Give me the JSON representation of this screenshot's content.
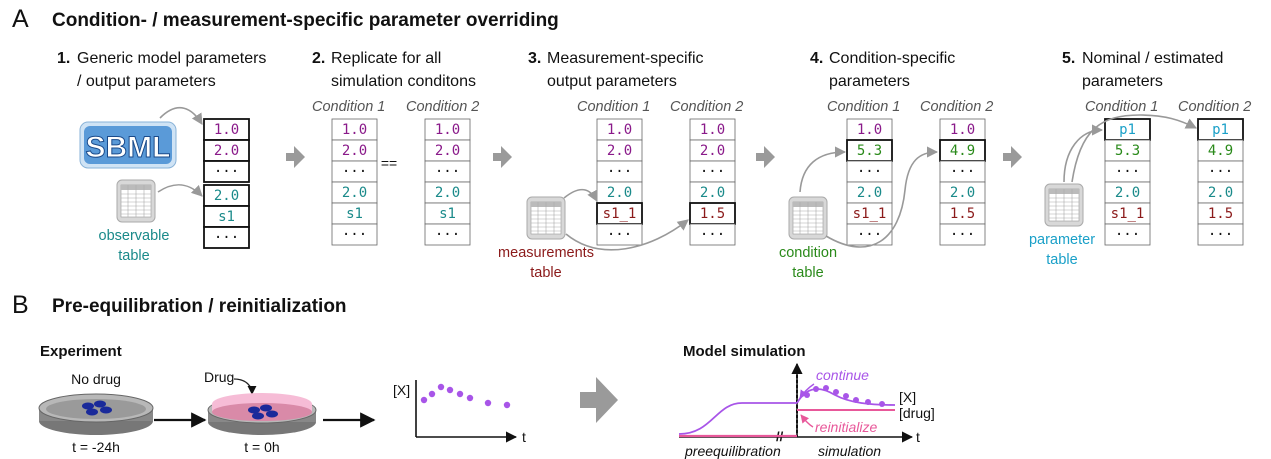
{
  "panel_a": {
    "letter": "A",
    "title": "Condition- / measurement-specific parameter overriding",
    "steps": [
      {
        "num": "1.",
        "line1": "Generic model parameters",
        "line2": "/ output parameters"
      },
      {
        "num": "2.",
        "line1": "Replicate for all",
        "line2": "simulation conditons"
      },
      {
        "num": "3.",
        "line1": "Measurement-specific",
        "line2": "output  parameters"
      },
      {
        "num": "4.",
        "line1": "Condition-specific",
        "line2": "parameters"
      },
      {
        "num": "5.",
        "line1": "Nominal / estimated",
        "line2": "parameters"
      }
    ],
    "cond1": "Condition 1",
    "cond2": "Condition 2",
    "equals": "==",
    "sbml_logo": "SBML",
    "tables": {
      "observable": {
        "line1": "observable",
        "line2": "table",
        "color": "#1a8a8a"
      },
      "measurements": {
        "line1": "measurements",
        "line2": "table",
        "color": "#8b1a1a"
      },
      "condition": {
        "line1": "condition",
        "line2": "table",
        "color": "#2a8a1a"
      },
      "parameter": {
        "line1": "parameter",
        "line2": "table",
        "color": "#1aa0c8"
      }
    },
    "columns": [
      {
        "cells": [
          "1.0",
          "2.0",
          "···",
          "2.0",
          "s1",
          "···"
        ],
        "colors": [
          "#8a1a8a",
          "#8a1a8a",
          "#111",
          "#1a8a8a",
          "#1a8a8a",
          "#111"
        ],
        "bold": [
          1,
          1,
          1,
          1,
          1,
          1
        ]
      },
      {
        "cells": [
          "1.0",
          "2.0",
          "···",
          "2.0",
          "s1",
          "···"
        ],
        "colors": [
          "#8a1a8a",
          "#8a1a8a",
          "#111",
          "#1a8a8a",
          "#1a8a8a",
          "#111"
        ],
        "bold": [
          0,
          0,
          0,
          0,
          0,
          0
        ]
      },
      {
        "cells": [
          "1.0",
          "2.0",
          "···",
          "2.0",
          "s1",
          "···"
        ],
        "colors": [
          "#8a1a8a",
          "#8a1a8a",
          "#111",
          "#1a8a8a",
          "#1a8a8a",
          "#111"
        ],
        "bold": [
          0,
          0,
          0,
          0,
          0,
          0
        ]
      },
      {
        "cells": [
          "1.0",
          "2.0",
          "···",
          "2.0",
          "s1_1",
          "···"
        ],
        "colors": [
          "#8a1a8a",
          "#8a1a8a",
          "#111",
          "#1a8a8a",
          "#8b1a1a",
          "#111"
        ],
        "bold": [
          0,
          0,
          0,
          0,
          1,
          0
        ]
      },
      {
        "cells": [
          "1.0",
          "2.0",
          "···",
          "2.0",
          "1.5",
          "···"
        ],
        "colors": [
          "#8a1a8a",
          "#8a1a8a",
          "#111",
          "#1a8a8a",
          "#8b1a1a",
          "#111"
        ],
        "bold": [
          0,
          0,
          0,
          0,
          1,
          0
        ]
      },
      {
        "cells": [
          "1.0",
          "5.3",
          "···",
          "2.0",
          "s1_1",
          "···"
        ],
        "colors": [
          "#8a1a8a",
          "#2a8a1a",
          "#111",
          "#1a8a8a",
          "#8b1a1a",
          "#111"
        ],
        "bold": [
          0,
          1,
          0,
          0,
          0,
          0
        ]
      },
      {
        "cells": [
          "1.0",
          "4.9",
          "···",
          "2.0",
          "1.5",
          "···"
        ],
        "colors": [
          "#8a1a8a",
          "#2a8a1a",
          "#111",
          "#1a8a8a",
          "#8b1a1a",
          "#111"
        ],
        "bold": [
          0,
          1,
          0,
          0,
          0,
          0
        ]
      },
      {
        "cells": [
          "p1",
          "5.3",
          "···",
          "2.0",
          "s1_1",
          "···"
        ],
        "colors": [
          "#1aa0c8",
          "#2a8a1a",
          "#111",
          "#1a8a8a",
          "#8b1a1a",
          "#111"
        ],
        "bold": [
          1,
          0,
          0,
          0,
          0,
          0
        ]
      },
      {
        "cells": [
          "p1",
          "4.9",
          "···",
          "2.0",
          "1.5",
          "···"
        ],
        "colors": [
          "#1aa0c8",
          "#2a8a1a",
          "#111",
          "#1a8a8a",
          "#8b1a1a",
          "#111"
        ],
        "bold": [
          1,
          0,
          0,
          0,
          0,
          0
        ]
      }
    ]
  },
  "panel_b": {
    "letter": "B",
    "title": "Pre-equilibration / reinitialization",
    "experiment": "Experiment",
    "no_drug": "No drug",
    "drug": "Drug",
    "t1": "t = -24h",
    "t2": "t = 0h",
    "x_label": "[X]",
    "t_label": "t",
    "model_simulation": "Model simulation",
    "continue": "continue",
    "reinitialize": "reinitialize",
    "drug_label": "[drug]",
    "preequilibration": "preequilibration",
    "simulation": "simulation",
    "colors": {
      "drug": "#e8589a",
      "x": "#a855e8",
      "cells": "#1a2a9a"
    }
  }
}
